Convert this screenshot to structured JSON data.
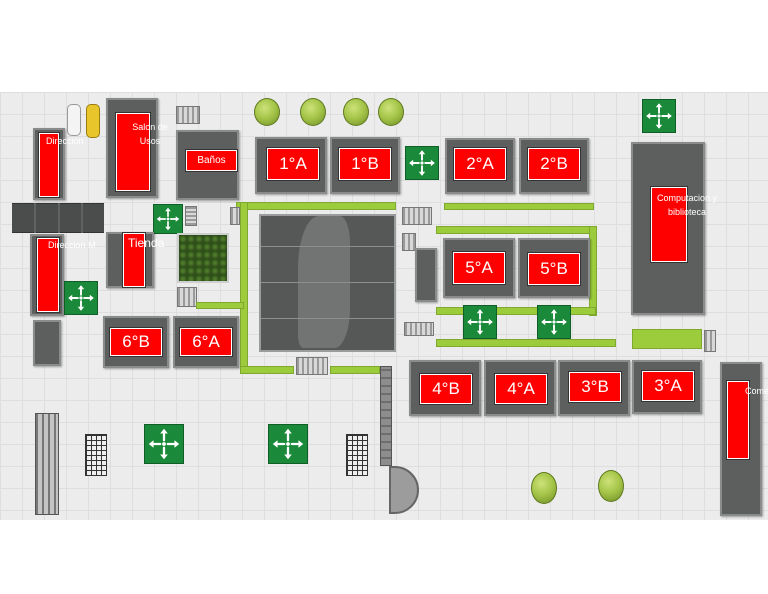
{
  "map": {
    "areas": {
      "direccion_top": "Direccion",
      "salon_multiple": "Salon de Usos Multiples",
      "banos": "Baños",
      "tienda": "Tienda",
      "direccion_m": "Direccion M",
      "computacion": "Computacion y biblioteca",
      "comedor": "Comedor"
    },
    "classrooms": {
      "c1A": "1°A",
      "c1B": "1°B",
      "c2A": "2°A",
      "c2B": "2°B",
      "c5A": "5°A",
      "c5B": "5°B",
      "c6B": "6°B",
      "c6A": "6°A",
      "c4B": "4°B",
      "c4A": "4°A",
      "c3B": "3°B",
      "c3A": "3°A"
    },
    "icons": {
      "exit": "evacuation-point-icon",
      "tree": "tree-icon",
      "car": "car-icon",
      "stairs": "stairs-icon"
    },
    "colors": {
      "room": "#ff0000",
      "building": "#5d5f5e",
      "grass": "#9ccc3c",
      "exit": "#1a8a3a"
    }
  }
}
